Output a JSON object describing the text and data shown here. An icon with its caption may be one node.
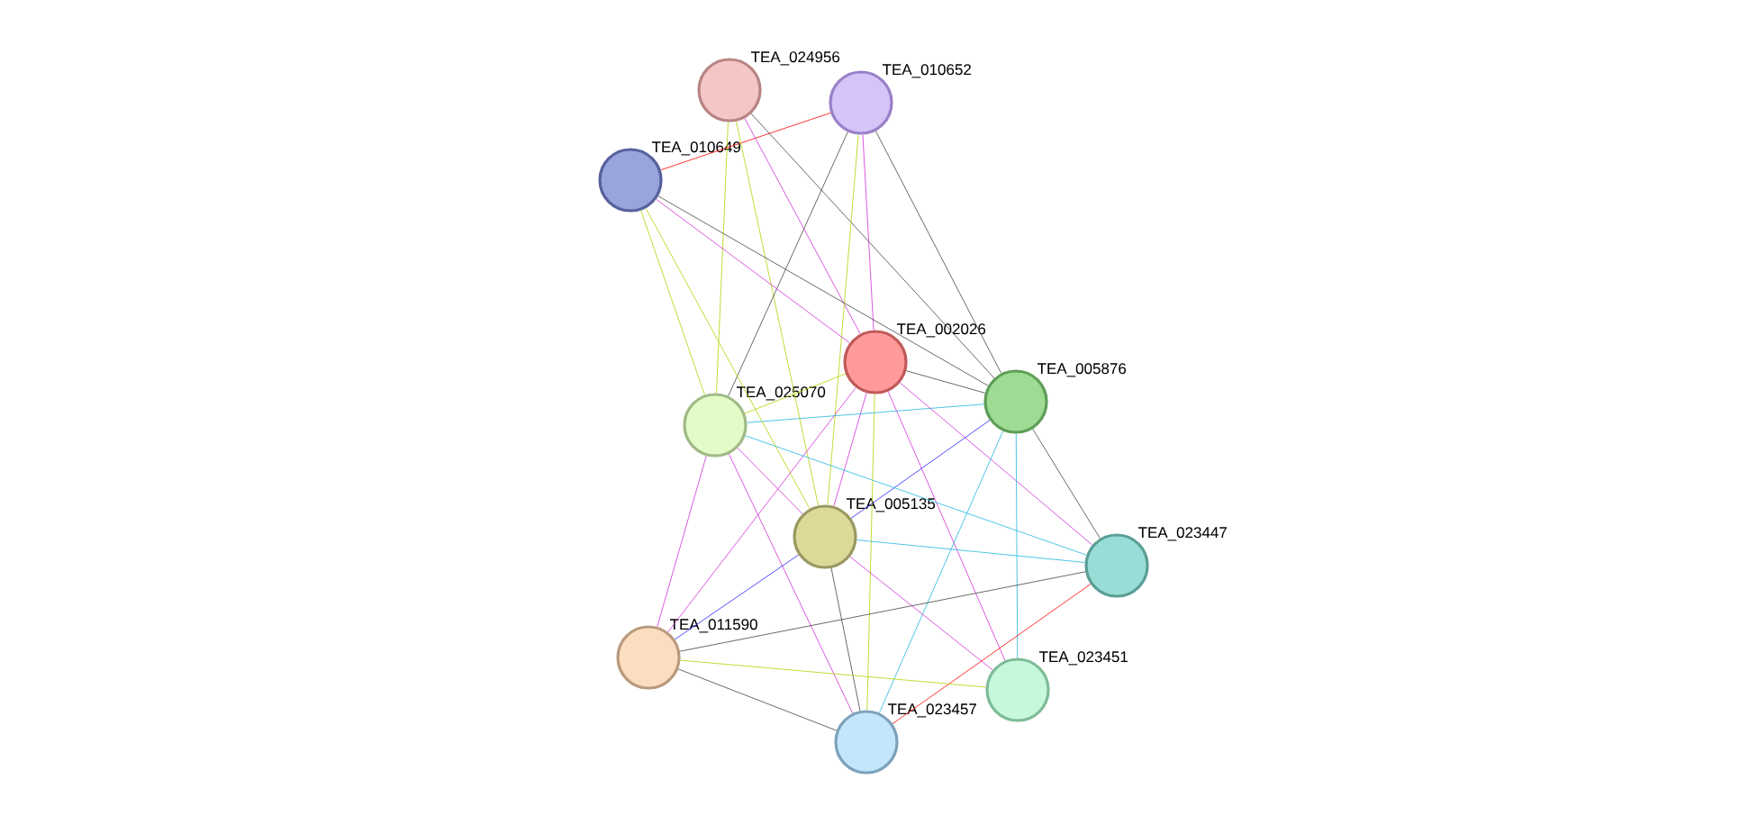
{
  "diagram": {
    "nodes": [
      {
        "text": [
          "TEA_024956"
        ]
      },
      {
        "text": [
          "TEA_010652"
        ]
      },
      {
        "text": [
          "TEA_010649"
        ]
      },
      {
        "text": [
          "TEA_002026"
        ]
      },
      {
        "text": [
          "TEA_005876"
        ]
      },
      {
        "text": [
          "TEA_025070"
        ]
      },
      {
        "text": [
          "TEA_005135"
        ]
      },
      {
        "text": [
          "TEA_023447"
        ]
      },
      {
        "text": [
          "TEA_011590"
        ]
      },
      {
        "text": [
          "TEA_023451"
        ]
      },
      {
        "text": [
          "TEA_023457"
        ]
      }
    ],
    "edges": [
      {
        "from": 1,
        "to": 2,
        "arrow": "none",
        "color": "#ff0000"
      },
      {
        "from": 0,
        "to": 3,
        "arrow": "none",
        "color": "#d030d8"
      },
      {
        "from": 0,
        "to": 4,
        "arrow": "none",
        "color": "#444444"
      },
      {
        "from": 0,
        "to": 5,
        "arrow": "none",
        "color": "#b5d000"
      },
      {
        "from": 0,
        "to": 6,
        "arrow": "none",
        "color": "#b5d000"
      },
      {
        "from": 1,
        "to": 3,
        "arrow": "none",
        "color": "#d030d8"
      },
      {
        "from": 1,
        "to": 4,
        "arrow": "none",
        "color": "#444444"
      },
      {
        "from": 1,
        "to": 5,
        "arrow": "none",
        "color": "#444444"
      },
      {
        "from": 1,
        "to": 6,
        "arrow": "none",
        "color": "#b5d000"
      },
      {
        "from": 2,
        "to": 3,
        "arrow": "none",
        "color": "#d030d8"
      },
      {
        "from": 2,
        "to": 4,
        "arrow": "none",
        "color": "#444444"
      },
      {
        "from": 2,
        "to": 5,
        "arrow": "none",
        "color": "#b5d000"
      },
      {
        "from": 2,
        "to": 6,
        "arrow": "none",
        "color": "#b5d000"
      },
      {
        "from": 3,
        "to": 4,
        "arrow": "none",
        "color": "#444444"
      },
      {
        "from": 3,
        "to": 5,
        "arrow": "none",
        "color": "#b5d000"
      },
      {
        "from": 3,
        "to": 6,
        "arrow": "none",
        "color": "#d030d8"
      },
      {
        "from": 3,
        "to": 7,
        "arrow": "none",
        "color": "#d030d8"
      },
      {
        "from": 3,
        "to": 8,
        "arrow": "none",
        "color": "#d030d8"
      },
      {
        "from": 3,
        "to": 9,
        "arrow": "none",
        "color": "#d030d8"
      },
      {
        "from": 3,
        "to": 10,
        "arrow": "none",
        "color": "#b5d000"
      },
      {
        "from": 4,
        "to": 5,
        "arrow": "none",
        "color": "#20b8e0"
      },
      {
        "from": 4,
        "to": 6,
        "arrow": "none",
        "color": "#2222ff"
      },
      {
        "from": 4,
        "to": 7,
        "arrow": "none",
        "color": "#444444"
      },
      {
        "from": 4,
        "to": 9,
        "arrow": "none",
        "color": "#20b8e0"
      },
      {
        "from": 4,
        "to": 10,
        "arrow": "none",
        "color": "#20b8e0"
      },
      {
        "from": 5,
        "to": 6,
        "arrow": "none",
        "color": "#d030d8"
      },
      {
        "from": 5,
        "to": 7,
        "arrow": "none",
        "color": "#20b8e0"
      },
      {
        "from": 5,
        "to": 8,
        "arrow": "none",
        "color": "#d030d8"
      },
      {
        "from": 5,
        "to": 10,
        "arrow": "none",
        "color": "#d030d8"
      },
      {
        "from": 6,
        "to": 7,
        "arrow": "none",
        "color": "#20b8e0"
      },
      {
        "from": 6,
        "to": 8,
        "arrow": "none",
        "color": "#2222ff"
      },
      {
        "from": 6,
        "to": 9,
        "arrow": "none",
        "color": "#d030d8"
      },
      {
        "from": 6,
        "to": 10,
        "arrow": "none",
        "color": "#444444"
      },
      {
        "from": 7,
        "to": 8,
        "arrow": "none",
        "color": "#444444"
      },
      {
        "from": 7,
        "to": 10,
        "arrow": "none",
        "color": "#ff0000"
      },
      {
        "from": 8,
        "to": 9,
        "arrow": "none",
        "color": "#b5d000"
      },
      {
        "from": 8,
        "to": 10,
        "arrow": "none",
        "color": "#444444"
      }
    ]
  }
}
